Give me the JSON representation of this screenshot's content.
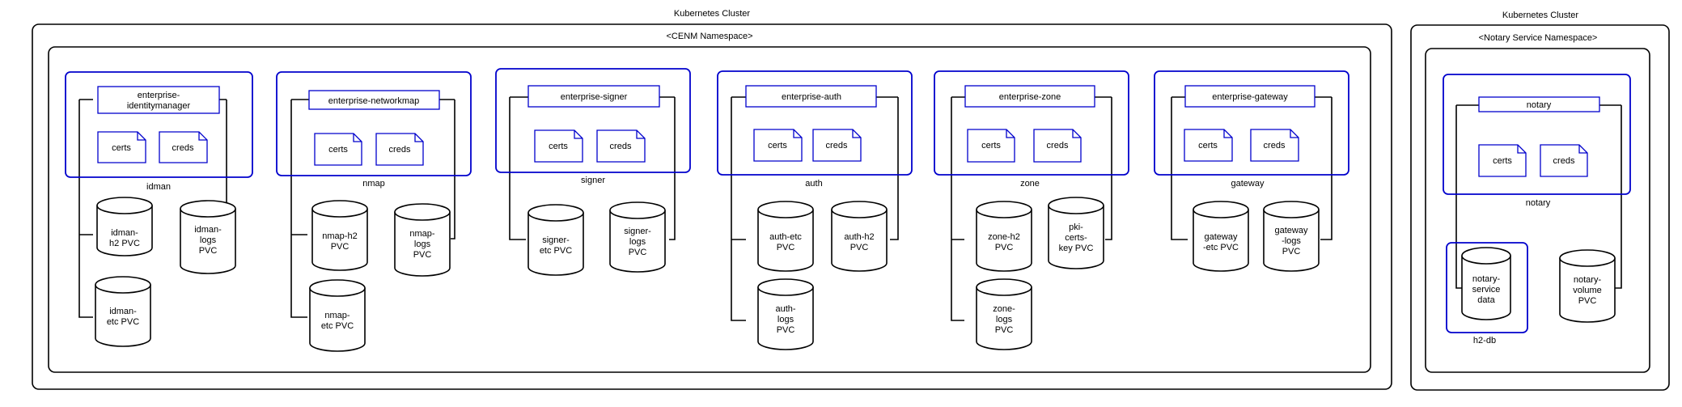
{
  "clusters": [
    {
      "title": "Kubernetes Cluster",
      "namespace": "<CENM Namespace>",
      "groups": [
        {
          "label": "idman",
          "pod": [
            "enterprise-",
            "identitymanager"
          ],
          "files": [
            "certs",
            "creds"
          ],
          "pvcs": [
            [
              "idman-",
              "h2 PVC"
            ],
            [
              "idman-",
              "logs",
              "PVC"
            ],
            [
              "idman-",
              "etc PVC"
            ]
          ]
        },
        {
          "label": "nmap",
          "pod": [
            "enterprise-networkmap"
          ],
          "files": [
            "certs",
            "creds"
          ],
          "pvcs": [
            [
              "nmap-h2",
              "PVC"
            ],
            [
              "nmap-",
              "logs",
              "PVC"
            ],
            [
              "nmap-",
              "etc PVC"
            ]
          ]
        },
        {
          "label": "signer",
          "pod": [
            "enterprise-signer"
          ],
          "files": [
            "certs",
            "creds"
          ],
          "pvcs": [
            [
              "signer-",
              "etc PVC"
            ],
            [
              "signer-",
              "logs",
              "PVC"
            ]
          ]
        },
        {
          "label": "auth",
          "pod": [
            "enterprise-auth"
          ],
          "files": [
            "certs",
            "creds"
          ],
          "pvcs": [
            [
              "auth-etc",
              "PVC"
            ],
            [
              "auth-h2",
              "PVC"
            ],
            [
              "auth-",
              "logs",
              "PVC"
            ]
          ]
        },
        {
          "label": "zone",
          "pod": [
            "enterprise-zone"
          ],
          "files": [
            "certs",
            "creds"
          ],
          "pvcs": [
            [
              "zone-h2",
              "PVC"
            ],
            [
              "pki-",
              "certs-",
              "key PVC"
            ],
            [
              "zone-",
              "logs",
              "PVC"
            ]
          ]
        },
        {
          "label": "gateway",
          "pod": [
            "enterprise-gateway"
          ],
          "files": [
            "certs",
            "creds"
          ],
          "pvcs": [
            [
              "gateway",
              "-etc PVC"
            ],
            [
              "gateway",
              "-logs",
              "PVC"
            ]
          ]
        }
      ]
    },
    {
      "title": "Kubernetes Cluster",
      "namespace": "<Notary Service Namespace>",
      "groups": [
        {
          "label": "notary",
          "pod": [
            "notary"
          ],
          "files": [
            "certs",
            "creds"
          ],
          "pvcs": [
            [
              "notary-",
              "service",
              "data"
            ],
            [
              "notary-",
              "volume",
              "PVC"
            ]
          ],
          "db_label": "h2-db"
        }
      ]
    }
  ]
}
